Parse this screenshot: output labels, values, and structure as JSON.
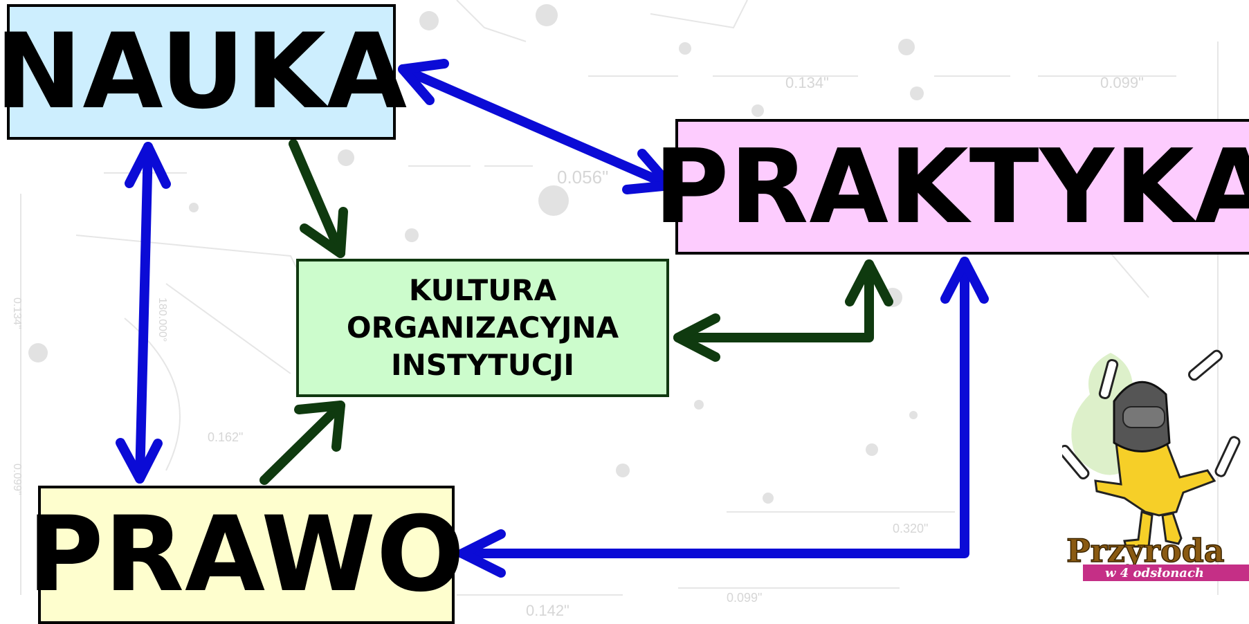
{
  "boxes": {
    "nauka": "NAUKA",
    "praktyka": "PRAKTYKA",
    "prawo": "PRAWO",
    "kultura": [
      "KULTURA",
      "ORGANIZACYJNA",
      "INSTYTUCJI"
    ]
  },
  "background_labels": {
    "d1": "0.134\"",
    "d2": "0.099\"",
    "d3": "0.056\"",
    "d4": "0.134\"",
    "d5": "180.000°",
    "d6": "0.162\"",
    "d7": "0.099\"",
    "d8": "0.320\"",
    "d9": "0.142\"",
    "d10": "0.099\""
  },
  "logo": {
    "title": "Przyroda",
    "subtitle": "w 4 odsłonach"
  },
  "colors": {
    "blue_arrow": "#0b0bd6",
    "green_arrow": "#0f3a0f",
    "nauka_fill": "#cdeefe",
    "praktyka_fill": "#fdccfe",
    "prawo_fill": "#fefece",
    "kultura_fill": "#ccfccc"
  }
}
